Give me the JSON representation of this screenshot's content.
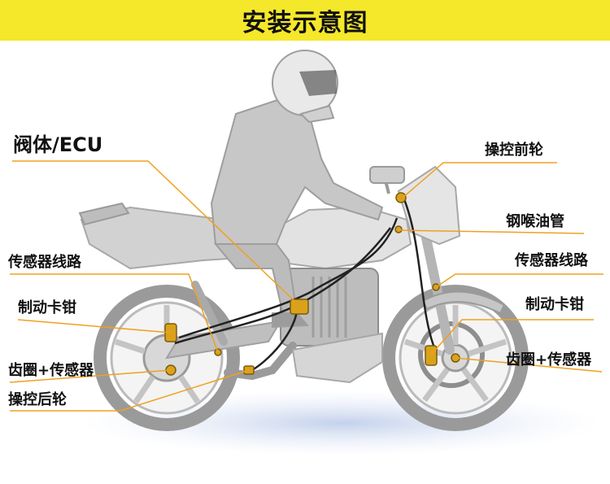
{
  "header": {
    "title": "安装示意图"
  },
  "colors": {
    "banner": "#f5e82a",
    "leader_line": "#f0a020",
    "bike_body": "#cfcfcf",
    "component": "#d9a21a",
    "brake_line": "#222222"
  },
  "labels": {
    "valve_ecu": "阀体/ECU",
    "front_control": "操控前轮",
    "steel_throat_pipe": "钢喉油管",
    "sensor_wire_left": "传感器线路",
    "sensor_wire_right": "传感器线路",
    "caliper_left": "制动卡钳",
    "caliper_right": "制动卡钳",
    "gear_ring_sensor_left": "齿圈+传感器",
    "gear_ring_sensor_right": "齿圈+传感器",
    "rear_control": "操控后轮"
  }
}
